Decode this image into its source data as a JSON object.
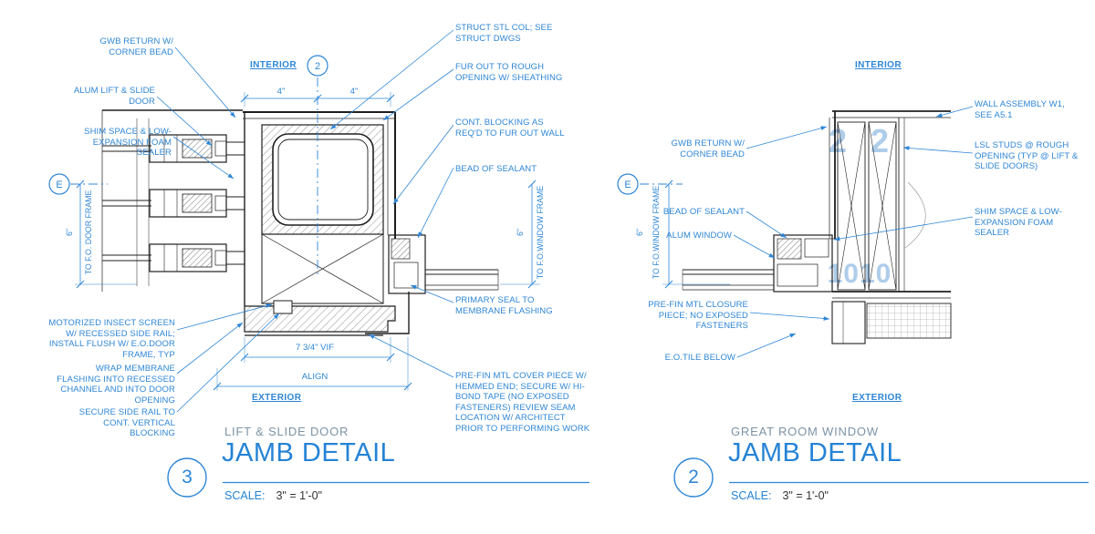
{
  "colors": {
    "annotation": "#2e86d6",
    "title": "#2583d5",
    "subtitle": "#7d93a6",
    "scale_value": "#333333",
    "linework": "#1f1f1f",
    "ghost": "#aecdea"
  },
  "left_detail": {
    "orientation": {
      "interior": "INTERIOR",
      "exterior": "EXTERIOR"
    },
    "grid_bubbles": {
      "top": "2",
      "left": "E"
    },
    "dimensions": {
      "top_left": "4\"",
      "top_right": "4\"",
      "left_value": "6\"",
      "left_label": "TO F.O. DOOR FRAME",
      "right_value": "6\"",
      "right_label": "TO F.O.WINDOW FRAME",
      "bottom": "7 3/4\" VIF",
      "align": "ALIGN"
    },
    "labels_left": [
      "GWB RETURN W/ CORNER BEAD",
      "ALUM LIFT & SLIDE DOOR",
      "SHIM SPACE & LOW-EXPANSION FOAM SEALER",
      "MOTORIZED INSECT SCREEN W/ RECESSED SIDE RAIL; INSTALL FLUSH W/ E.O.DOOR FRAME, TYP",
      "WRAP MEMBRANE FLASHING INTO RECESSED CHANNEL AND INTO DOOR OPENING",
      "SECURE SIDE RAIL TO CONT. VERTICAL BLOCKING"
    ],
    "labels_right": [
      "STRUCT STL COL; SEE STRUCT DWGS",
      "FUR OUT TO ROUGH OPENING W/ SHEATHING",
      "CONT. BLOCKING AS REQ'D TO FUR OUT WALL",
      "BEAD OF SEALANT",
      "PRIMARY SEAL TO MEMBRANE FLASHING",
      "PRE-FIN MTL COVER PIECE W/ HEMMED END; SECURE W/ HI-BOND TAPE (NO EXPOSED FASTENERS) REVIEW SEAM LOCATION W/ ARCHITECT PRIOR TO PERFORMING WORK"
    ],
    "title_block": {
      "number": "3",
      "subtitle": "LIFT & SLIDE DOOR",
      "title": "JAMB DETAIL",
      "scale_label": "SCALE:",
      "scale_value": "3\" = 1'-0\""
    }
  },
  "right_detail": {
    "orientation": {
      "interior": "INTERIOR",
      "exterior": "EXTERIOR"
    },
    "grid_bubbles": {
      "left": "E"
    },
    "ghost_numbers": {
      "upper": "2 2",
      "lower": "1010"
    },
    "dimensions": {
      "left_value": "6\"",
      "left_label": "TO F.O.WINDOW FRAME"
    },
    "labels_left": [
      "GWB RETURN W/ CORNER BEAD",
      "BEAD OF SEALANT",
      "ALUM WINDOW",
      "PRE-FIN MTL CLOSURE PIECE; NO EXPOSED FASTENERS",
      "E.O.TILE BELOW"
    ],
    "labels_right": [
      "WALL ASSEMBLY W1, SEE A5.1",
      "LSL STUDS @ ROUGH OPENING (TYP @ LIFT & SLIDE DOORS)",
      "SHIM SPACE & LOW-EXPANSION FOAM SEALER"
    ],
    "title_block": {
      "number": "2",
      "subtitle": "GREAT ROOM WINDOW",
      "title": "JAMB DETAIL",
      "scale_label": "SCALE:",
      "scale_value": "3\" = 1'-0\""
    }
  }
}
